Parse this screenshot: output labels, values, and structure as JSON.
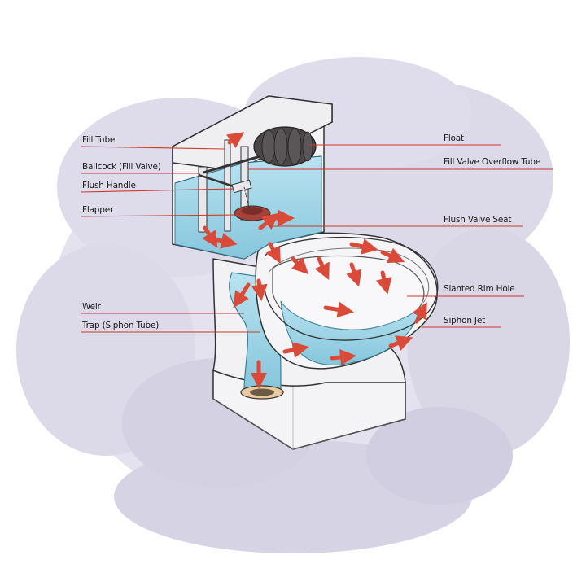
{
  "diagram": {
    "labels": {
      "fill_tube": "Fill Tube",
      "ballcock": "Ballcock (Fill Valve)",
      "flush_handle": "Flush Handle",
      "flapper": "Flapper",
      "weir": "Weir",
      "trap": "Trap (Siphon Tube)",
      "float": "Float",
      "overflow_tube": "Fill Valve Overflow Tube",
      "flush_valve_seat": "Flush Valve Seat",
      "slanted_rim_hole": "Slanted Rim Hole",
      "siphon_jet": "Siphon Jet"
    },
    "colors": {
      "water": "#9fd6e8",
      "arrow": "#d94a38",
      "leader_line": "#cc3a2e",
      "porcelain": "#f4f4f6",
      "outline": "#333333",
      "float_ball": "#4a4546",
      "background_cloud": "#d8d6e6"
    }
  }
}
